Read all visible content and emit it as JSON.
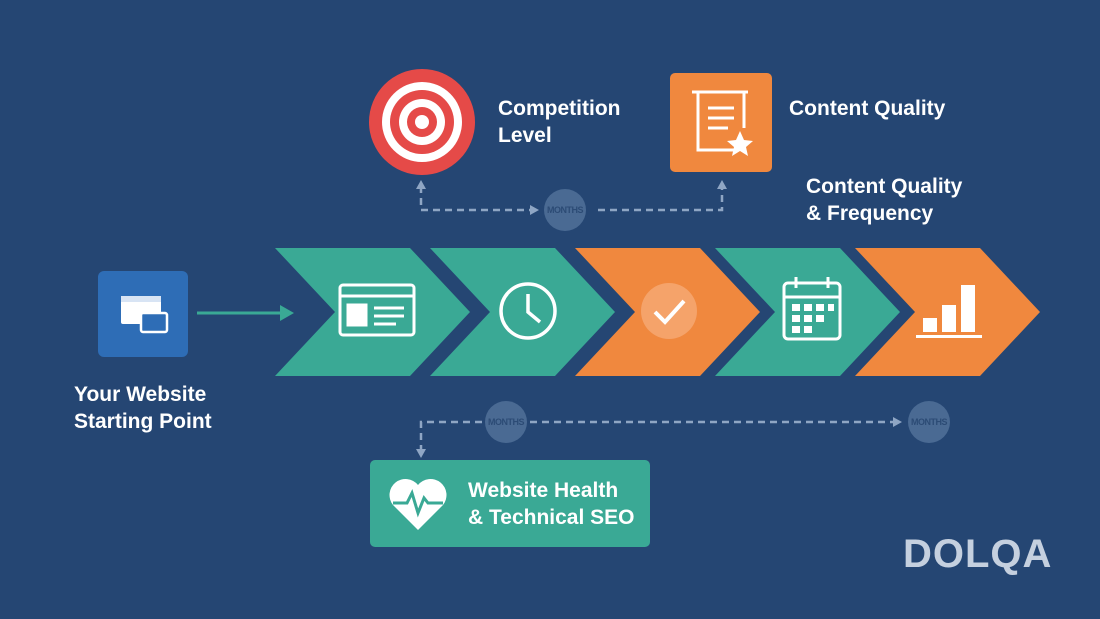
{
  "start": {
    "label_line1": "Your Website",
    "label_line2": "Starting Point"
  },
  "competition": {
    "label_line1": "Competition",
    "label_line2": "Level"
  },
  "content_quality": {
    "label": "Content Quality"
  },
  "content_frequency": {
    "label_line1": "Content Quality",
    "label_line2": "& Frequency"
  },
  "health": {
    "label_line1": "Website Health",
    "label_line2": "& Technical SEO"
  },
  "months_top": "MONTHS",
  "months_bottom_left": "MONTHS",
  "months_bottom_right": "MONTHS",
  "logo": "DOLQA",
  "colors": {
    "background": "#254673",
    "teal": "#3aa995",
    "orange": "#f0883e",
    "red": "#e54a48",
    "blue": "#2e6db6"
  },
  "chevrons": [
    {
      "icon": "browser-window-icon",
      "color": "teal"
    },
    {
      "icon": "clock-icon",
      "color": "teal"
    },
    {
      "icon": "checkmark-icon",
      "color": "orange"
    },
    {
      "icon": "calendar-icon",
      "color": "teal"
    },
    {
      "icon": "bar-chart-icon",
      "color": "orange"
    }
  ]
}
